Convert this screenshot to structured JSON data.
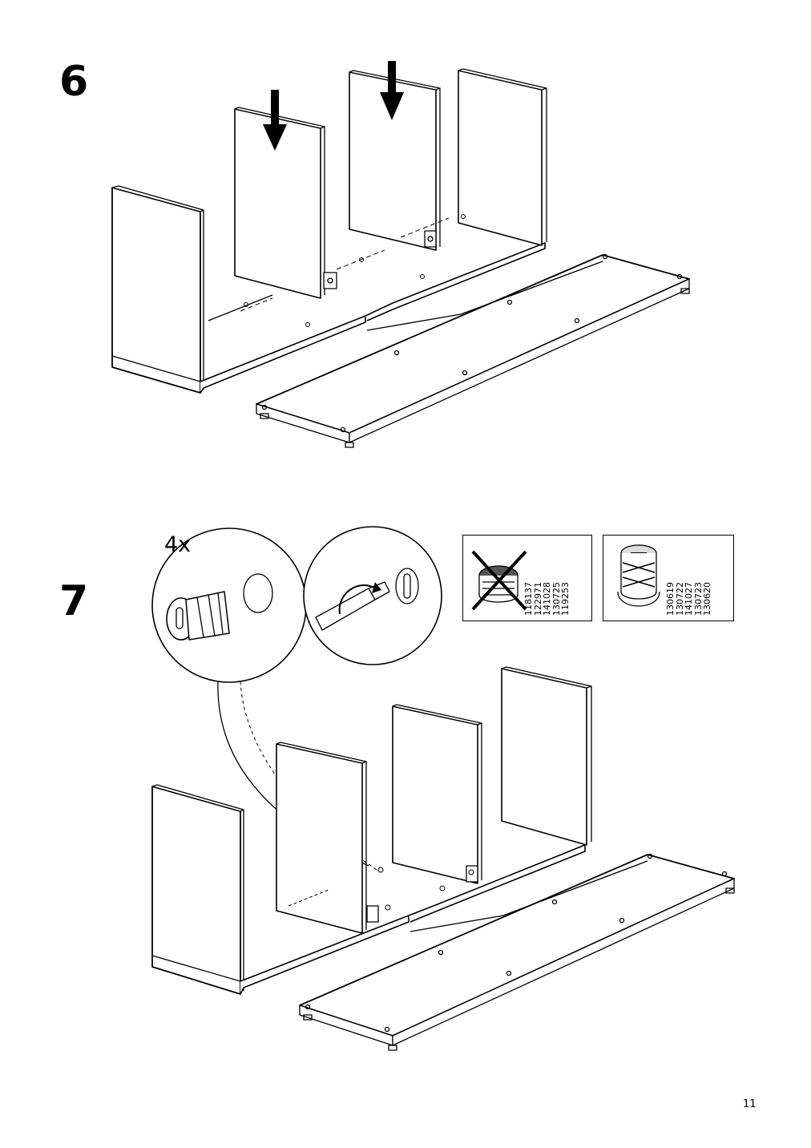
{
  "steps": [
    {
      "number": "6"
    },
    {
      "number": "7",
      "quantity": "4x"
    }
  ],
  "fitting_panels": {
    "incorrect": {
      "icon": "cam-lock-crossed-icon",
      "article_numbers": [
        "118137",
        "122971",
        "141028",
        "130725",
        "119253"
      ]
    },
    "correct": {
      "icon": "cam-lock-icon",
      "article_numbers": [
        "130619",
        "130722",
        "141027",
        "130723",
        "130620"
      ]
    }
  },
  "page_number": "11"
}
